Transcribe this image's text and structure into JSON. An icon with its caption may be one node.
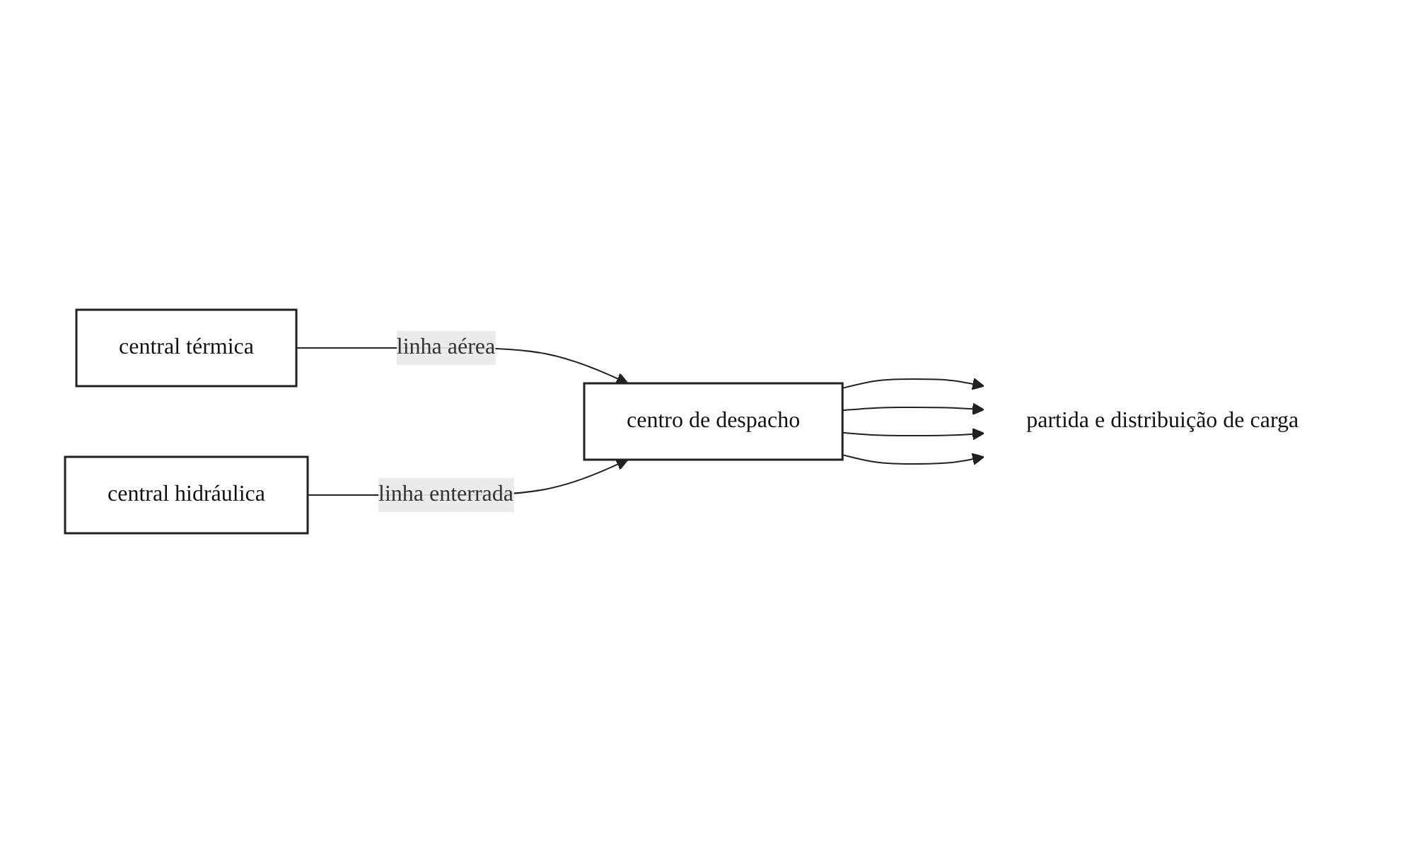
{
  "diagram": {
    "nodes": [
      {
        "text": [
          "central térmica"
        ]
      },
      {
        "text": [
          "central hidráulica"
        ]
      },
      {
        "text": [
          "centro de despacho"
        ]
      },
      {
        "text": [
          "partida e distribuição de carga"
        ]
      }
    ],
    "edges": [
      {
        "from": 0,
        "to": 2,
        "arrow": "to",
        "label": "linha aérea"
      },
      {
        "from": 1,
        "to": 2,
        "arrow": "to",
        "label": "linha enterrada"
      },
      {
        "from": 2,
        "to": 3,
        "arrow": "to"
      },
      {
        "from": 2,
        "to": 3,
        "arrow": "to"
      },
      {
        "from": 2,
        "to": 3,
        "arrow": "to"
      },
      {
        "from": 2,
        "to": 3,
        "arrow": "to"
      }
    ]
  }
}
